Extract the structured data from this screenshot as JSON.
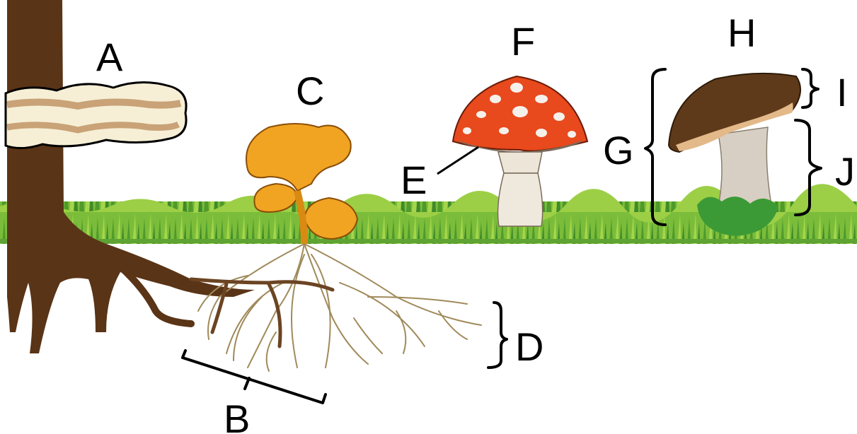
{
  "labels": {
    "A": "A",
    "B": "B",
    "C": "C",
    "D": "D",
    "E": "E",
    "F": "F",
    "G": "G",
    "H": "H",
    "I": "I",
    "J": "J"
  },
  "colors": {
    "tree_bark": "#5a3417",
    "grass_light": "#8cc63f",
    "grass_dark": "#3f8a2a",
    "bracket_fungus_cream": "#f6efd6",
    "bracket_fungus_band": "#c9a277",
    "chanterelle": "#f0a422",
    "fly_agaric_cap": "#e8491d",
    "fly_agaric_stem": "#efe9dd",
    "bolete_cap": "#5e3a1a",
    "bolete_stem": "#d8cfc4",
    "mycelium": "#a08a5a"
  }
}
